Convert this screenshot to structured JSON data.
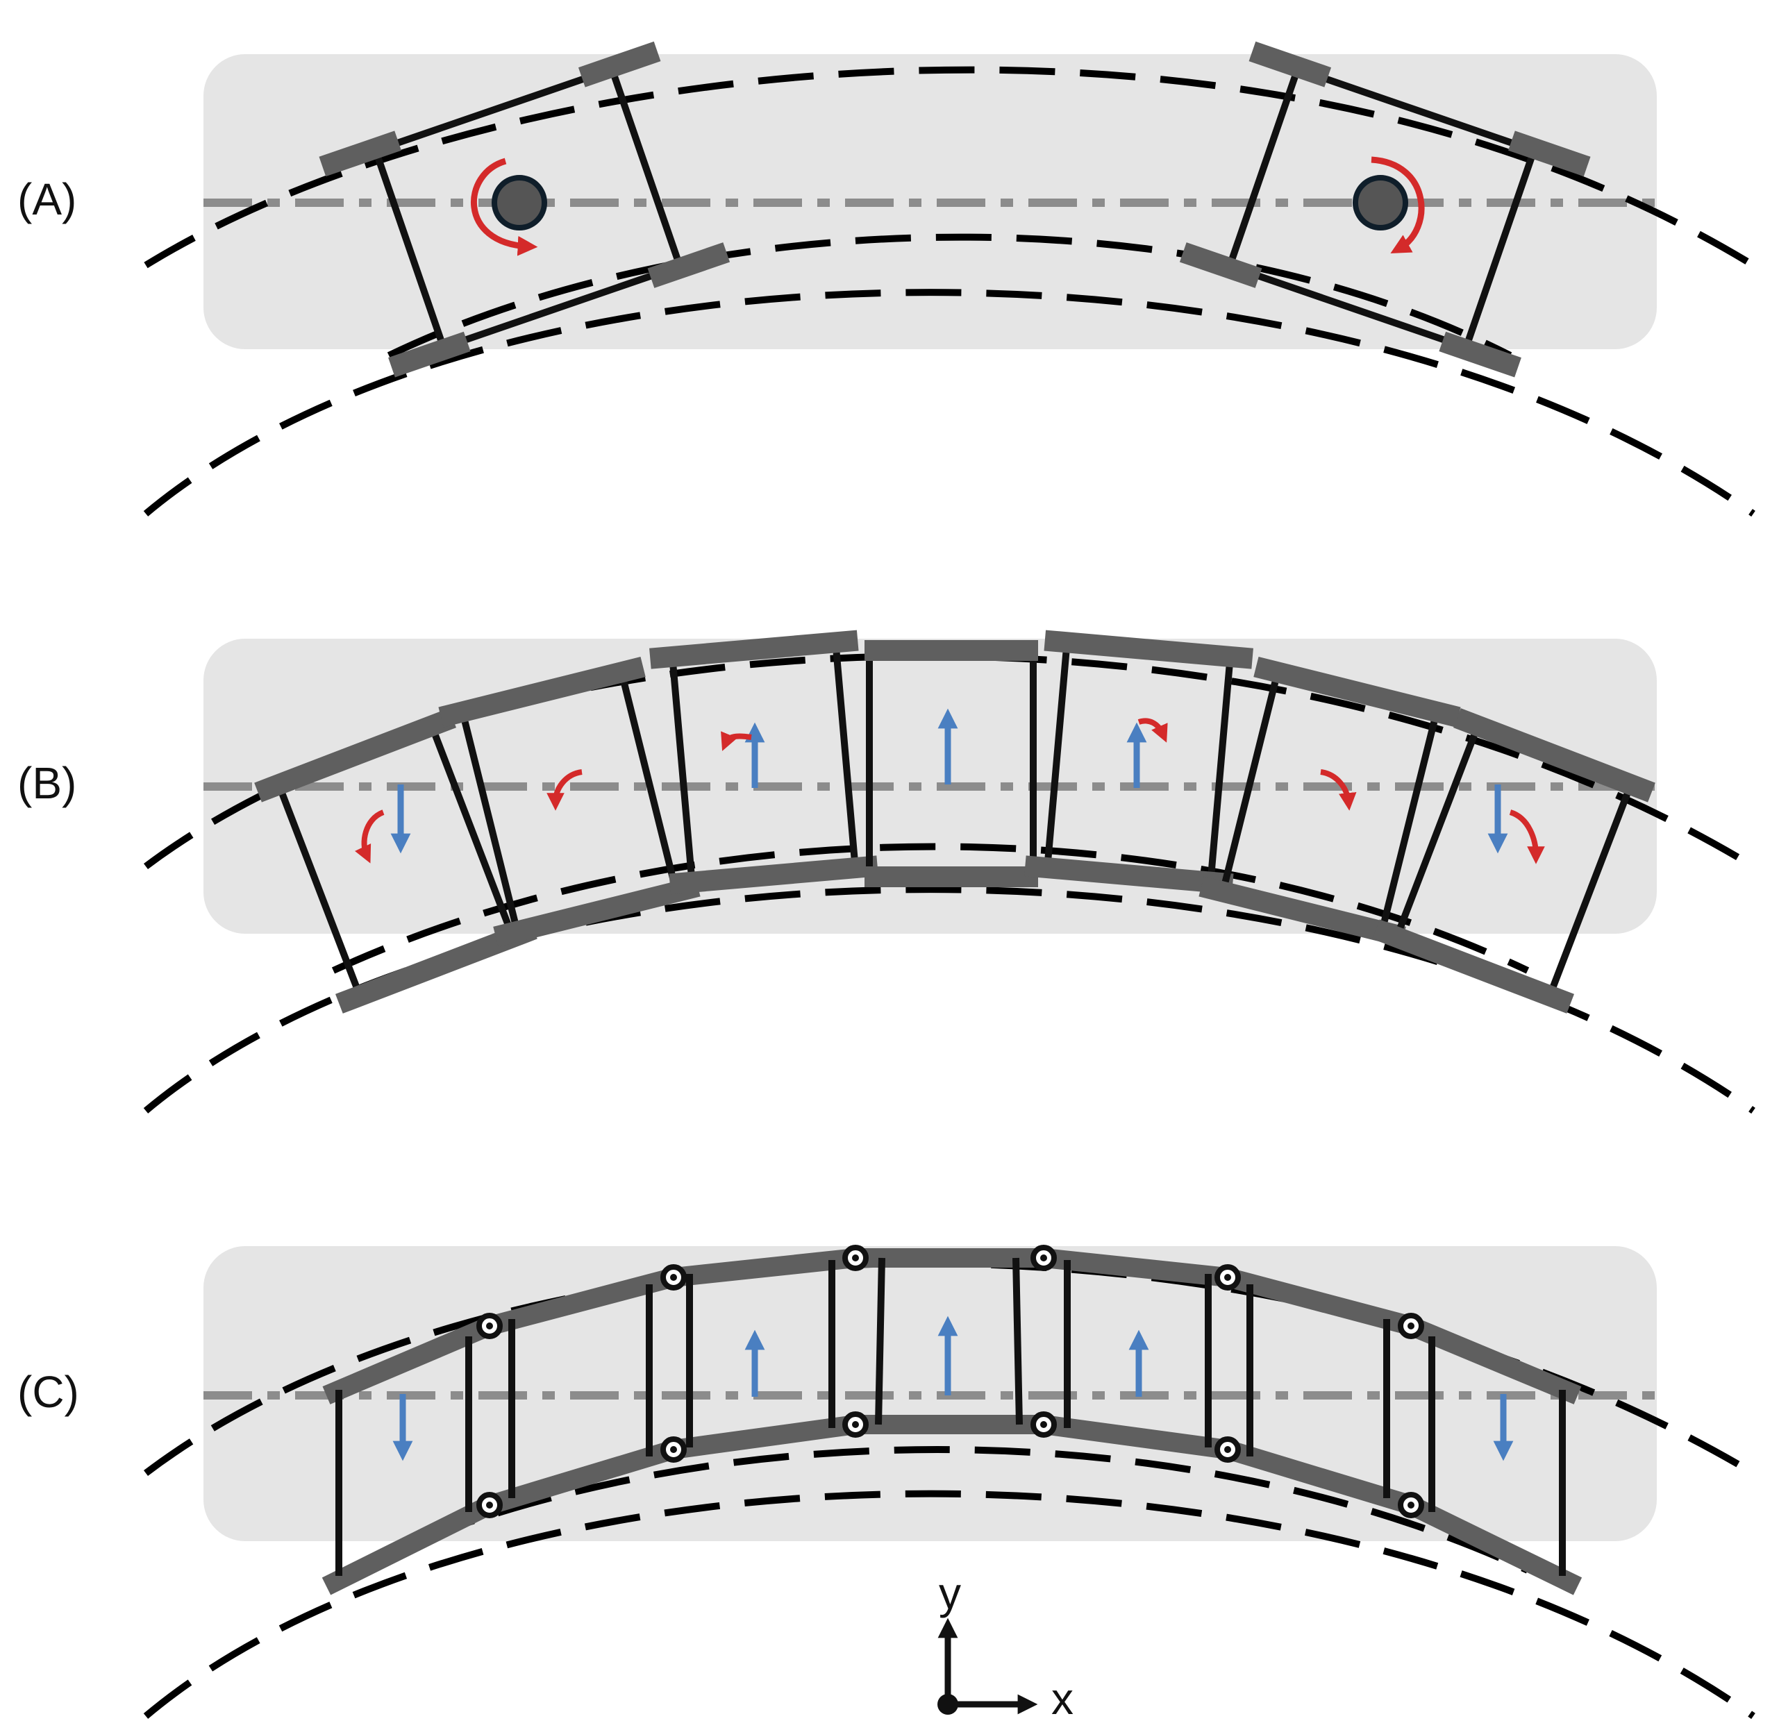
{
  "panels": [
    {
      "label": "(A)"
    },
    {
      "label": "(B)"
    },
    {
      "label": "(C)"
    }
  ],
  "axes": {
    "x_label": "x",
    "y_label": "y"
  },
  "colors": {
    "background_box": "#e5e5e5",
    "track_dash": "#000000",
    "centerline": "#8c8c8c",
    "pads": "#5f5f5f",
    "frames": "#111111",
    "joint_fill": "#555555",
    "rotation_arrow": "#d42a2a",
    "translation_arrow": "#4a7fc1"
  }
}
